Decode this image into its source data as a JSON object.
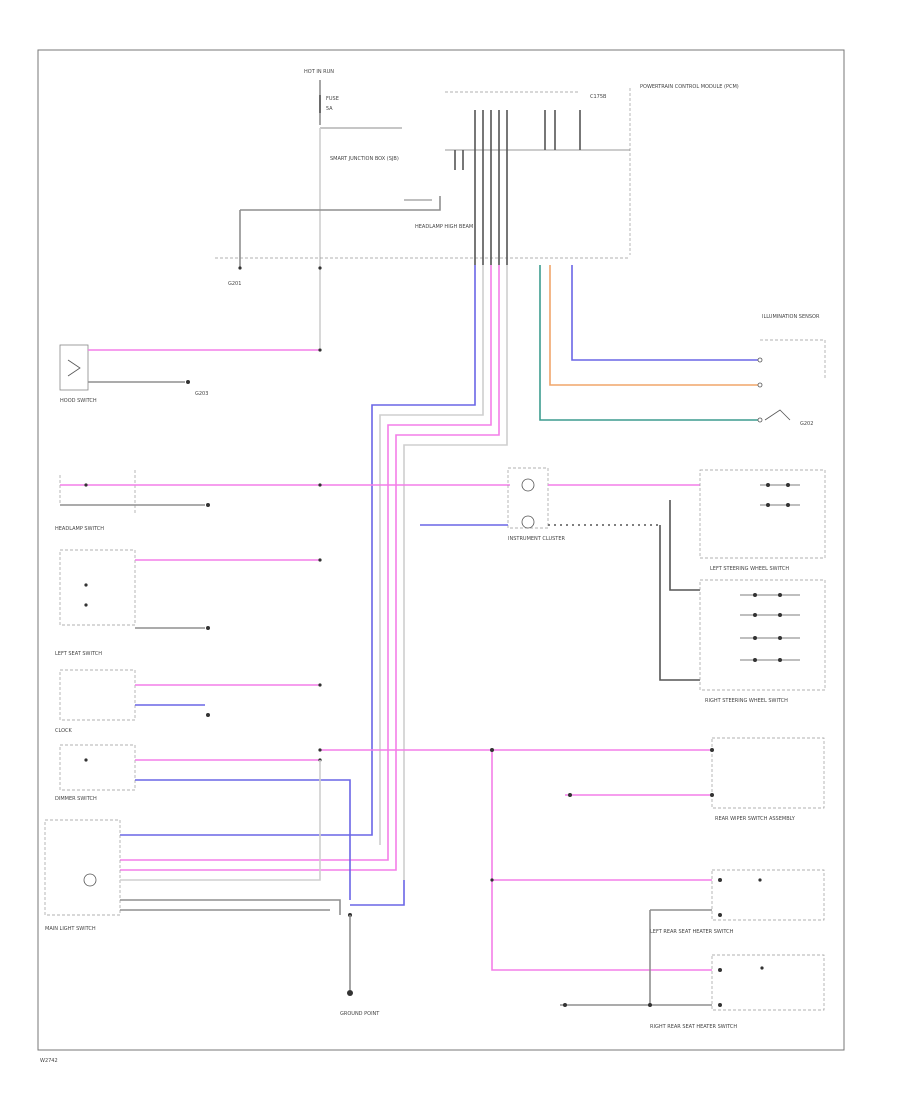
{
  "labels": {
    "hot_in_run": "HOT IN RUN",
    "fuse": "FUSE",
    "fuse_amps": "5A",
    "smart_junction_box": "SMART JUNCTION BOX (SJB)",
    "module_header": "POWERTRAIN CONTROL MODULE (PCM)",
    "c_connector": "C175B",
    "left_headlamp_label": "HEADLAMP HIGH BEAM",
    "g_ground_1": "G201",
    "g_ground_2": "G202",
    "g_ground_3": "G203",
    "hood_switch": "HOOD SWITCH",
    "headlamp_switch": "HEADLAMP SWITCH",
    "left_seat_switch": "LEFT SEAT SWITCH",
    "dimmer_switch": "DIMMER SWITCH",
    "clock": "CLOCK",
    "instrument_cluster": "INSTRUMENT CLUSTER",
    "left_steering_switch": "LEFT STEERING WHEEL SWITCH",
    "right_steering_switch": "RIGHT STEERING WHEEL SWITCH",
    "rear_wiper_switch": "REAR WIPER SWITCH ASSEMBLY",
    "left_rear_heater_switch": "LEFT REAR SEAT HEATER SWITCH",
    "right_rear_heater_switch": "RIGHT REAR SEAT HEATER SWITCH",
    "main_light_switch": "MAIN LIGHT SWITCH",
    "ground_point": "GROUND POINT",
    "illumination_sensor": "ILLUMINATION SENSOR",
    "footer_code": "W2742"
  }
}
